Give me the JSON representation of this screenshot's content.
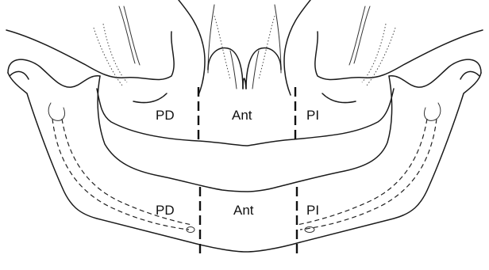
{
  "upper_arch": {
    "left_label": "PD",
    "center_label": "Ant",
    "right_label": "PI"
  },
  "lower_arch": {
    "left_label": "PD",
    "center_label": "Ant",
    "right_label": "PI"
  }
}
